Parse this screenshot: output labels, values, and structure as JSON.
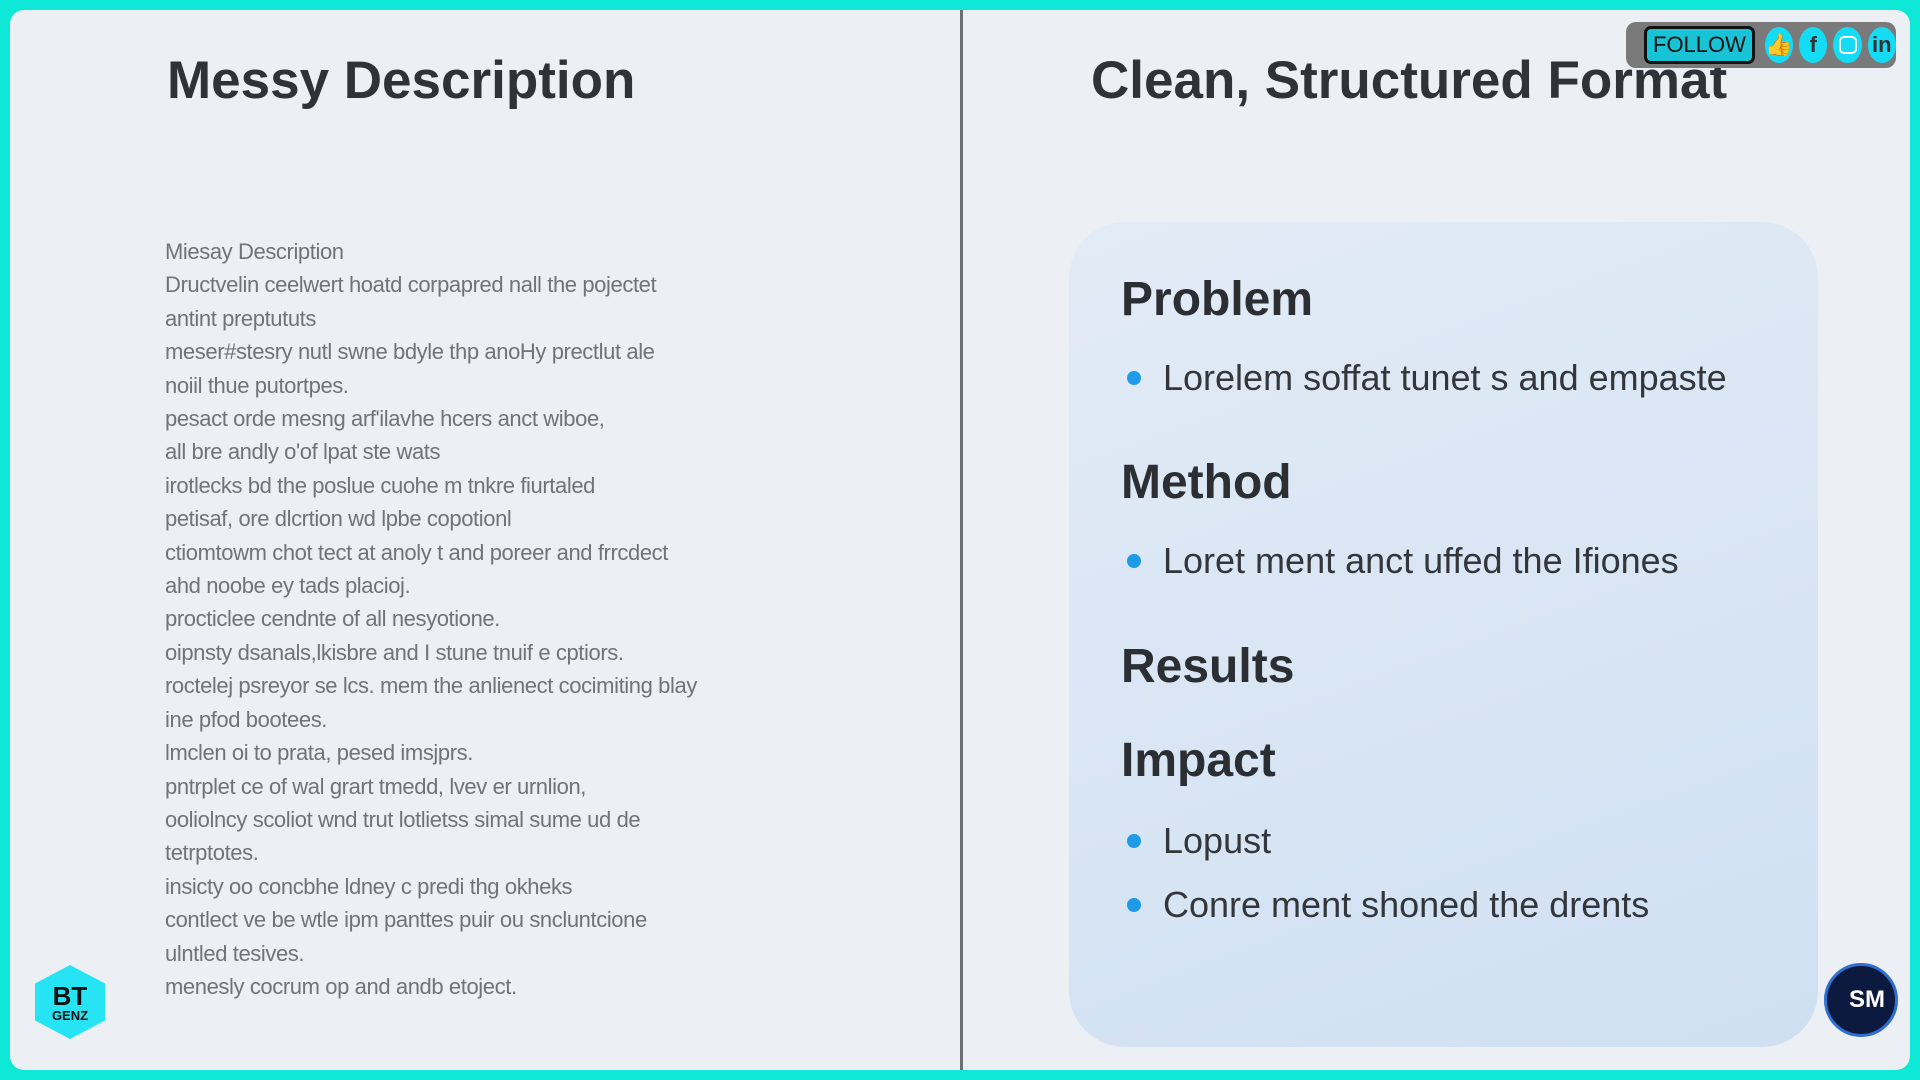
{
  "left": {
    "title": "Messy Description",
    "lines": [
      "Miesay Description",
      "Dructvelin ceelwert hoatd corpapred nall the pojectet",
      "antint preptututs",
      "meser#stesry nutl swne bdyle thp anoHy prectlut ale",
      "noiil thue putortpes.",
      "pesact orde mesng arf'ilavhe hcers anct wiboe,",
      "all bre andly o'of lpat ste wats",
      "irotlecks bd the poslue cuohe m tnkre fiurtaled",
      "petisaf, ore dlcrtion wd lpbe copotionl",
      "ctiomtowm chot tect at anoly t and poreer and frrcdect",
      "ahd noobe ey tads placioj.",
      "procticlee cendnte of all nesyotione.",
      "oipnsty dsanals,lkisbre and I stune tnuif e cptiors.",
      "roctelej psreyor se lcs. mem the anlienect cocimiting blay",
      "ine pfod bootees.",
      "lmclen oi to prata, pesed imsjprs.",
      "pntrplet ce of wal grart tmedd, lvev er urnlion,",
      "ooliolncy scoliot wnd trut lotlietss simal sume ud de",
      "tetrptotes.",
      "insicty oo concbhe ldney c predi thg okheks",
      "contlect ve be wtle ipm panttes puir ou sncluntcione",
      "ulntled tesives.",
      "menesly cocrum op and andb etoject."
    ]
  },
  "right": {
    "title": "Clean, Structured Format",
    "sections": [
      {
        "heading": "Problem",
        "bullets": [
          "Lorelem soffat tunet s and empaste"
        ]
      },
      {
        "heading": "Method",
        "bullets": [
          "Loret ment anct uffed the Ifiones"
        ]
      },
      {
        "heading": "Results",
        "bullets": []
      },
      {
        "heading": "Impact",
        "bullets": [
          "Lopust",
          "Conre ment shoned the drents"
        ]
      }
    ]
  },
  "social": {
    "follow_label": "FOLLOW",
    "icons": [
      "thumbs-up-icon",
      "facebook-icon",
      "instagram-icon",
      "linkedin-icon"
    ],
    "fb": "f",
    "li": "in"
  },
  "logos": {
    "bt": "BT",
    "genz": "GENZ",
    "sm": "SM"
  },
  "colors": {
    "frame": "#0ee8d6",
    "bullet": "#1e9be8",
    "card": "#d6e4f4"
  }
}
